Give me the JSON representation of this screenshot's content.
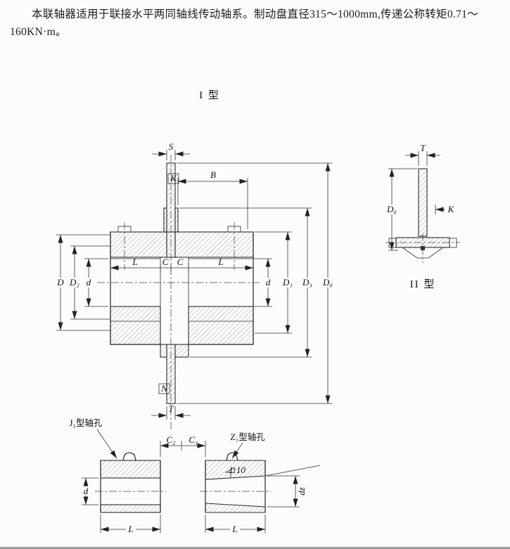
{
  "description": {
    "line1": "本联轴器适用于联接水平两同轴线传动轴系。制动盘直径315～1000mm,传递公称转矩0.71～",
    "line2": "160KN·m。"
  },
  "labels": {
    "type1": "I 型",
    "type2": "II 型",
    "j1_hole": "J₁型轴孔",
    "z1_hole": "Z₁型轴孔",
    "taper": "1:10"
  },
  "dims": {
    "S": "S",
    "K": "K",
    "B": "B",
    "L": "L",
    "C": "C",
    "N": "N",
    "T": "T",
    "d": "d",
    "D": "D",
    "D1": "D₁",
    "D2": "D₂",
    "D3": "D₃",
    "D0": "D₀",
    "C1": "C₁",
    "C2": "C₂",
    "dz": "dz"
  }
}
